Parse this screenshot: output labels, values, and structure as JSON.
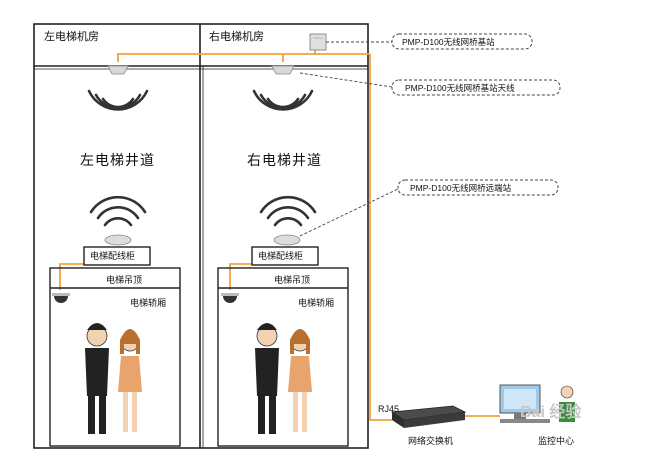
{
  "rooms": {
    "left": "左电梯机房",
    "right": "右电梯机房"
  },
  "shafts": {
    "left": "左电梯井道",
    "right": "右电梯井道"
  },
  "callouts": {
    "base_station": "PMP-D100无线网桥基站",
    "base_antenna": "PMP-D100无线网桥基站天线",
    "remote_station": "PMP-D100无线网桥远端站"
  },
  "elevator": {
    "junction_box_left": "电梯配线柜",
    "junction_box_right": "电梯配线柜",
    "car_top_left": "电梯吊顶",
    "car_top_right": "电梯吊顶",
    "car_left": "电梯轿厢",
    "car_right": "电梯轿厢"
  },
  "network": {
    "rj45": "RJ45",
    "switch": "网络交换机",
    "monitor": "监控中心"
  },
  "watermark": "Bai 经验",
  "colors": {
    "cable": "#f0a23c",
    "frame": "#222222",
    "callout_border": "#444444"
  }
}
